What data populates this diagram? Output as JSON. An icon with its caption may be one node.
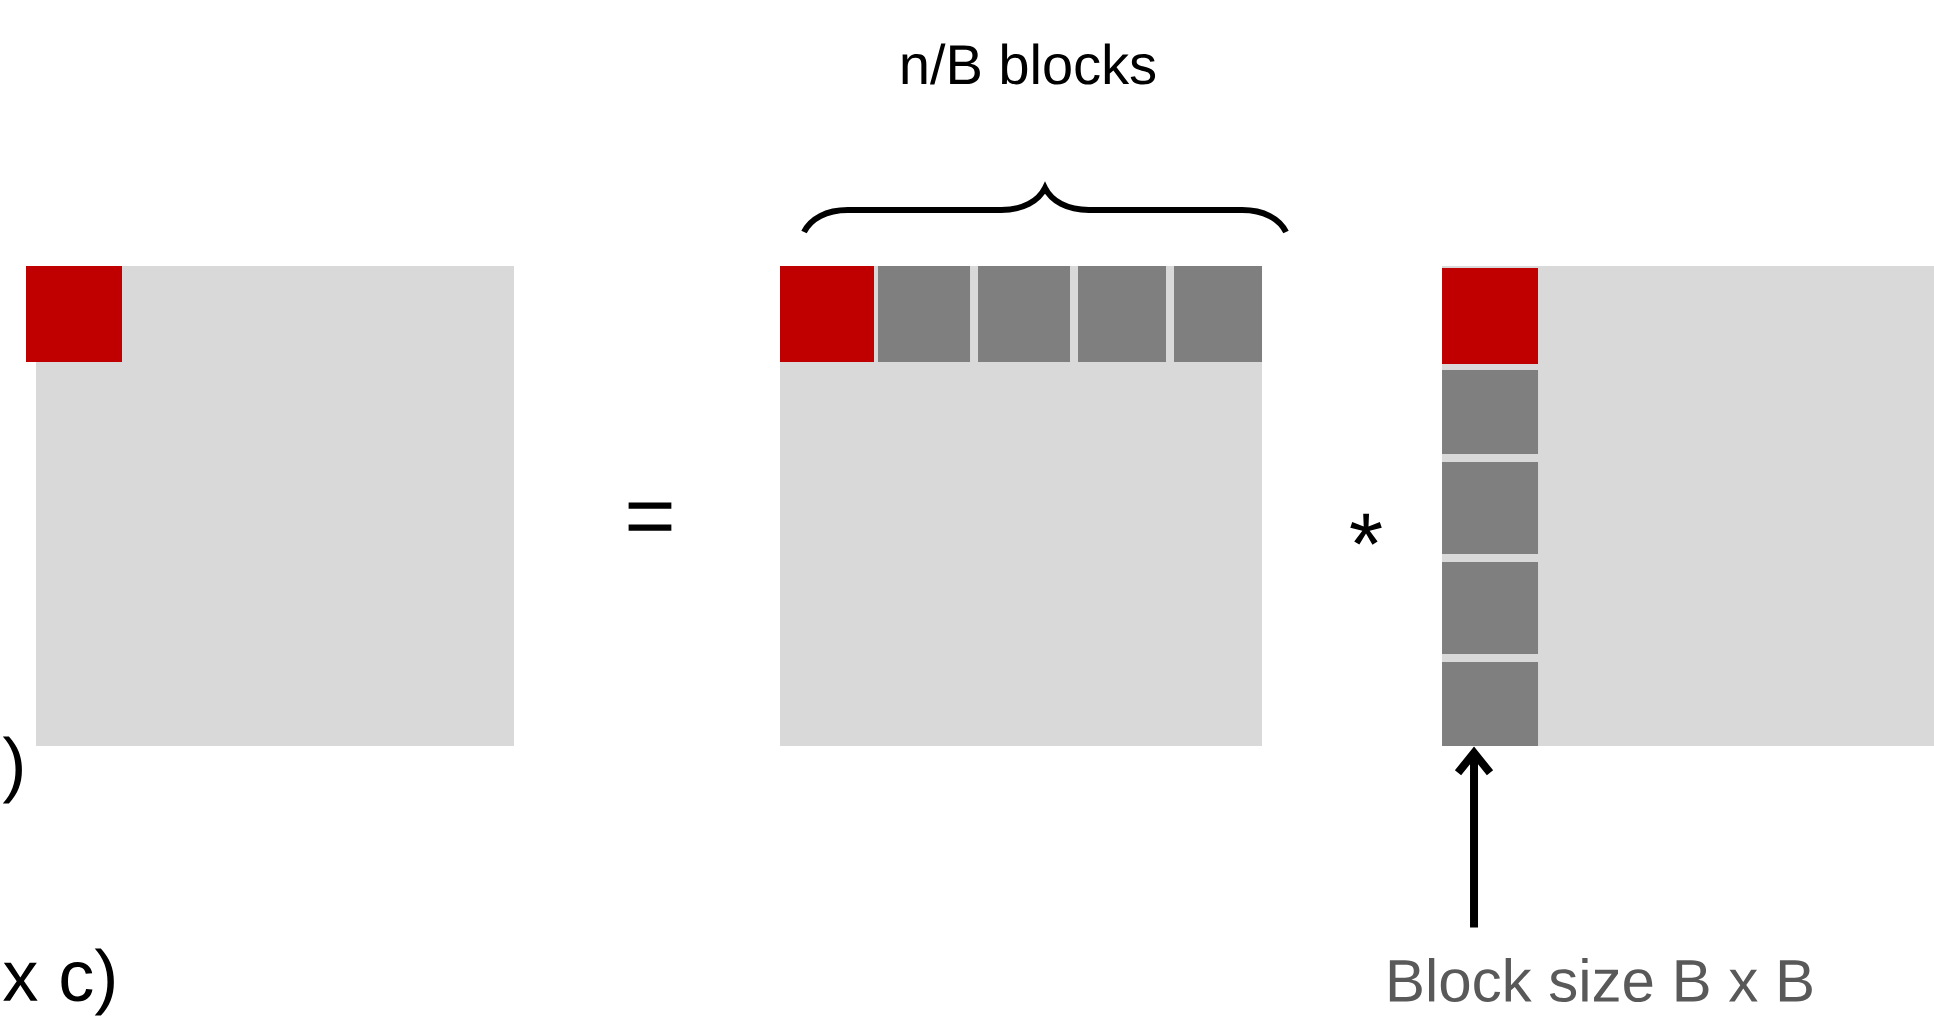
{
  "diagram": {
    "nodes": [
      {
        "text": [],
        "shape": "box"
      },
      {
        "text": [],
        "shape": "box"
      },
      {
        "text": [],
        "shape": "box"
      },
      {
        "text": [],
        "shape": "box",
        "in": 2
      },
      {
        "text": [],
        "shape": "box",
        "in": 2
      },
      {
        "text": [],
        "shape": "box",
        "in": 2
      },
      {
        "text": [],
        "shape": "box",
        "in": 2
      },
      {
        "text": [],
        "shape": "box",
        "in": 2
      },
      {
        "text": [],
        "shape": "box"
      },
      {
        "text": [],
        "shape": "box",
        "in": 8
      },
      {
        "text": [],
        "shape": "box",
        "in": 8
      },
      {
        "text": [],
        "shape": "box",
        "in": 8
      },
      {
        "text": [],
        "shape": "box",
        "in": 8
      },
      {
        "text": [],
        "shape": "box",
        "in": 8
      },
      {
        "text": [
          "Block size B x B"
        ]
      }
    ],
    "edges": [
      {
        "from": 14,
        "to": 13,
        "arrow": "to"
      }
    ],
    "labels": [
      "n/B blocks",
      "=",
      "*",
      ")",
      "x c)"
    ]
  }
}
